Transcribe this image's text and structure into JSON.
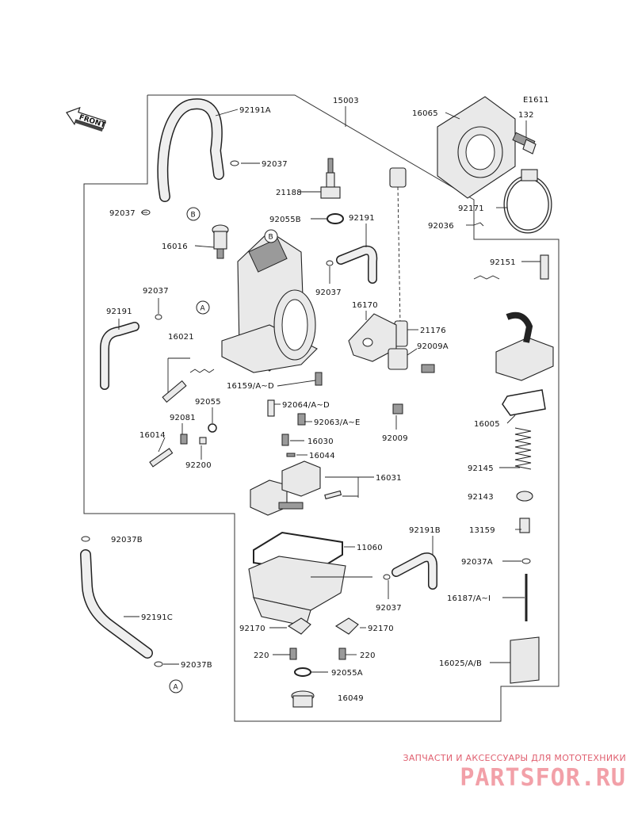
{
  "code": "E1611",
  "front_label": "FRONT",
  "callouts": {
    "a": "A",
    "b": "B"
  },
  "parts": {
    "p92191A": "92191A",
    "p15003": "15003",
    "p16065": "16065",
    "p132": "132",
    "p92037_1": "92037",
    "p92037_2": "92037",
    "p21188": "21188",
    "p92055B": "92055B",
    "p92191_1": "92191",
    "p92171": "92171",
    "p92036": "92036",
    "p16016": "16016",
    "p92151": "92151",
    "p92037_3": "92037",
    "p92037_4": "92037",
    "p92191_2": "92191",
    "p16170": "16170",
    "p21176": "21176",
    "p16021": "16021",
    "p92009A": "92009A",
    "p16159": "16159/A~D",
    "p92064": "92064/A~D",
    "p92055": "92055",
    "p92063": "92063/A~E",
    "p92081": "92081",
    "p92009": "92009",
    "p16005": "16005",
    "p16014": "16014",
    "p16030": "16030",
    "p92200": "92200",
    "p16044": "16044",
    "p92145": "92145",
    "p16031": "16031",
    "p92143": "92143",
    "p92191B": "92191B",
    "p13159": "13159",
    "p92037B_1": "92037B",
    "p11060": "11060",
    "p92037A": "92037A",
    "p16187": "16187/A~I",
    "p92037_5": "92037",
    "p92191C": "92191C",
    "p92170_1": "92170",
    "p92170_2": "92170",
    "p220_1": "220",
    "p220_2": "220",
    "p92037B_2": "92037B",
    "p16025": "16025/A/B",
    "p92055A": "92055A",
    "p16049": "16049"
  },
  "watermark": {
    "tagline": "ЗАПЧАСТИ И АКСЕССУАРЫ ДЛЯ МОТОТЕХНИКИ",
    "brand": "PARTSFOR.RU"
  }
}
